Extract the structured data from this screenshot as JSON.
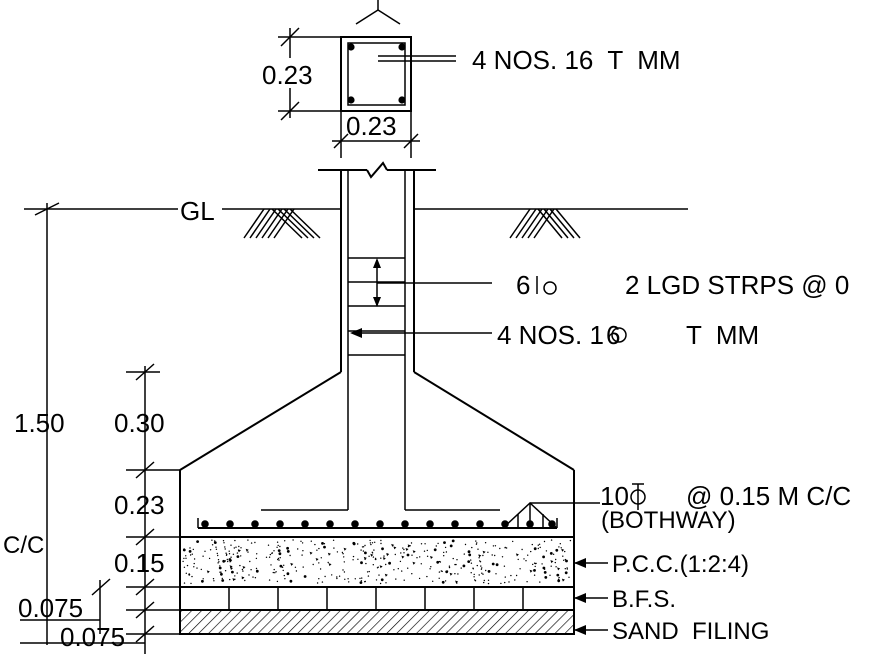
{
  "column_section": {
    "size_vertical": "0.23",
    "size_horizontal": "0.23",
    "bars_label": "4 NOS. 16  T  MM"
  },
  "ground": {
    "gl_label": "GL"
  },
  "stirrups": {
    "size_label": "6",
    "spacing_label": "2 LGD STRPS @ 0"
  },
  "column_bars": {
    "count_label": "4 NOS. 1",
    "dia_label": "6",
    "tail_label": "T  MM"
  },
  "dimensions": {
    "depth": "1.50",
    "pedestal_slope": "0.30",
    "footing_thickness": "0.23",
    "cc": "C/C",
    "pcc_thickness": "0.15",
    "bfs_thickness": "0.075",
    "sand_thickness": "0.075"
  },
  "layers": {
    "mesh": "10",
    "mesh_spacing": "@ 0.15 M C/C",
    "mesh_note": "(BOTHWAY)",
    "pcc": "P.C.C.(1:2:4)",
    "bfs": "B.F.S.",
    "sand": "SAND  FILING"
  }
}
